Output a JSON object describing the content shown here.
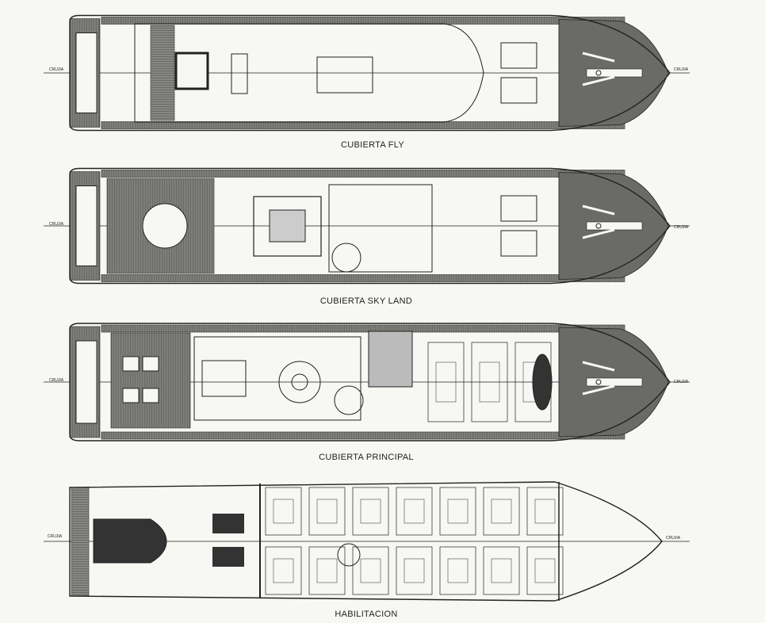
{
  "decks": [
    {
      "id": "fly",
      "title": "CUBIERTA FLY"
    },
    {
      "id": "sky",
      "title": "CUBIERTA SKY LAND"
    },
    {
      "id": "principal",
      "title": "CUBIERTA PRINCIPAL"
    },
    {
      "id": "habilitacion",
      "title": "HABILITACION"
    }
  ],
  "centerline_label": "CRUJIA",
  "colors": {
    "ink": "#222222",
    "teak": "#6a6a66",
    "paper": "#f7f7f4"
  }
}
